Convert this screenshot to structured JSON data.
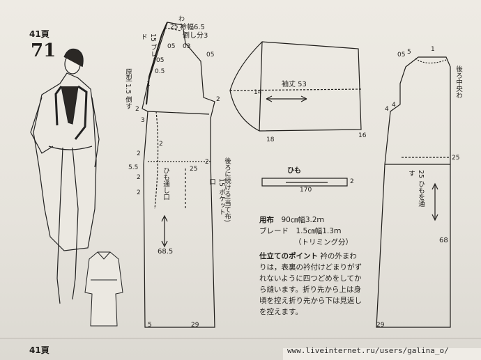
{
  "page": {
    "label_top": "41頁",
    "label_bottom": "41頁",
    "pattern_number": "71"
  },
  "front": {
    "collar_width": "衿幅6.5",
    "fold_back": "倒し分3",
    "braid_15": "15 ブレード",
    "base_pattern": "原型 1.5 倒す",
    "pleat_top": "25",
    "m05a": "05",
    "m03": "03",
    "m05b": "05",
    "m05c": "05",
    "m05d": "0.5",
    "m1": "1",
    "m2a": "2",
    "m2b": "2",
    "m3": "3",
    "m2c": "2",
    "m2d": "2",
    "m2e": "2",
    "m55": "5.5",
    "m25": "25",
    "m2f": "2",
    "m2g": "2",
    "string_loop": "ひも通し口",
    "pocket": "15 ポケット口",
    "continue_back": "後ろに続ける(当て布)",
    "length": "68.5",
    "hem_5": "5",
    "hem_29": "29",
    "wa": "わ"
  },
  "sleeve": {
    "length_label": "袖丈 53",
    "m14": "14",
    "m18": "18",
    "m16": "16"
  },
  "tie": {
    "title": "ひも",
    "length": "170",
    "width": "2"
  },
  "back": {
    "center_back": "後ろ中央わ",
    "m05": "05",
    "m5": "5",
    "m1": "1",
    "m4": "4",
    "m25a": "25",
    "string_pass": "25 ひもを通す",
    "length": "68",
    "hem": "29",
    "m4b": "4"
  },
  "materials": {
    "label": "用布",
    "fabric": "90㎝幅3.2ｍ",
    "braid": "ブレード　1.5㎝幅1.3ｍ",
    "trim_note": "（トリミング分）"
  },
  "notes": {
    "title": "仕立てのポイント",
    "text": "衿の外まわりは，表裏の衿付けどまりがずれないように四つどめをしてから縫います。折り先から上は身頃を控え折り先から下は見返しを控えます。"
  },
  "footer": {
    "url": "www.liveinternet.ru/users/galina_o/"
  }
}
